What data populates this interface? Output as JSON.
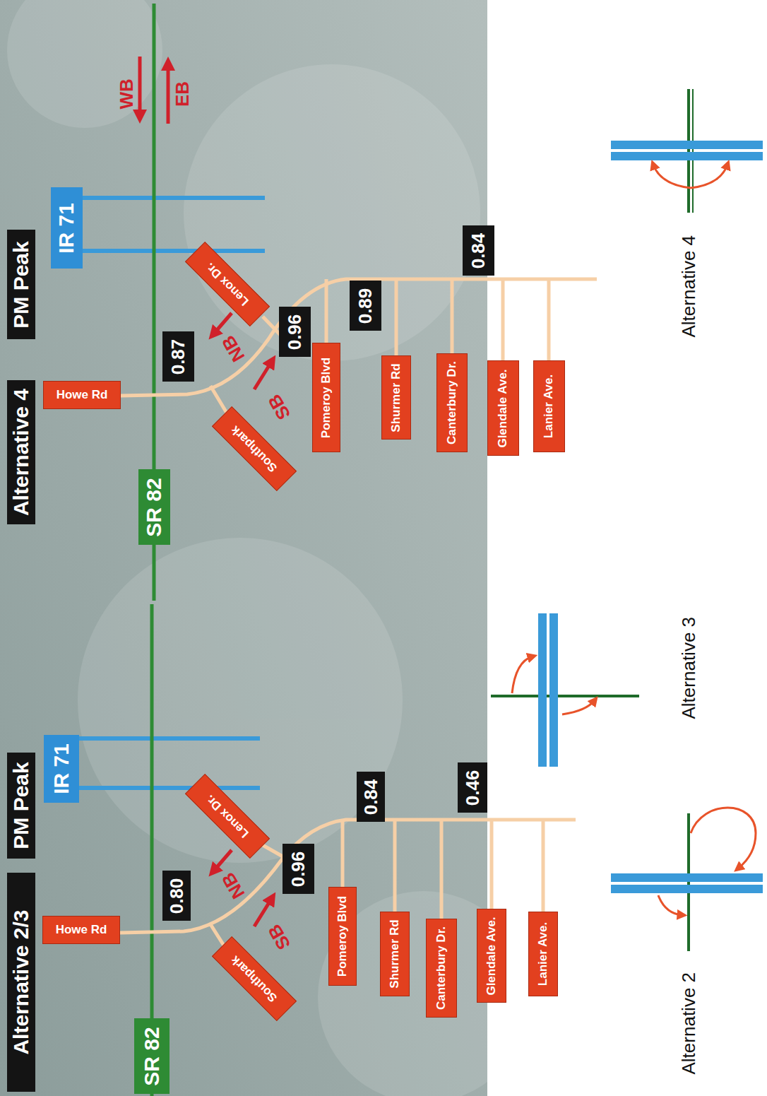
{
  "diagram": {
    "nodes": [
      {
        "text": [
          "Alternative 2/3"
        ]
      },
      {
        "text": [
          "PM Peak"
        ]
      },
      {
        "text": [
          "IR 71"
        ]
      },
      {
        "text": [
          "SR 82"
        ]
      },
      {
        "text": [
          "Howe Rd"
        ]
      },
      {
        "text": [
          "Southpark"
        ]
      },
      {
        "text": [
          "Lenox Dr."
        ]
      },
      {
        "text": [
          "0.80"
        ]
      },
      {
        "text": [
          "0.96"
        ]
      },
      {
        "text": [
          "Pomeroy Blvd"
        ]
      },
      {
        "text": [
          "0.84"
        ]
      },
      {
        "text": [
          "Shurmer Rd"
        ]
      },
      {
        "text": [
          "Canterbury Dr."
        ]
      },
      {
        "text": [
          "Glendale Ave."
        ]
      },
      {
        "text": [
          "0.46"
        ]
      },
      {
        "text": [
          "Lanier Ave."
        ]
      },
      {
        "text": [
          "Alternative 4"
        ]
      },
      {
        "text": [
          "PM Peak"
        ]
      },
      {
        "text": [
          "IR 71"
        ]
      },
      {
        "text": [
          "SR 82"
        ]
      },
      {
        "text": [
          "Howe Rd"
        ]
      },
      {
        "text": [
          "Southpark"
        ]
      },
      {
        "text": [
          "Lenox Dr."
        ]
      },
      {
        "text": [
          "0.87"
        ]
      },
      {
        "text": [
          "0.96"
        ]
      },
      {
        "text": [
          "Pomeroy Blvd"
        ]
      },
      {
        "text": [
          "0.89"
        ]
      },
      {
        "text": [
          "Shurmer Rd"
        ]
      },
      {
        "text": [
          "Canterbury Dr."
        ]
      },
      {
        "text": [
          "Glendale Ave."
        ]
      },
      {
        "text": [
          "0.84"
        ]
      },
      {
        "text": [
          "Lanier Ave."
        ]
      }
    ],
    "labels": [
      "NB",
      "SB",
      "WB",
      "EB",
      "NB",
      "SB",
      "Alternative 2",
      "Alternative 3",
      "Alternative 4"
    ]
  }
}
